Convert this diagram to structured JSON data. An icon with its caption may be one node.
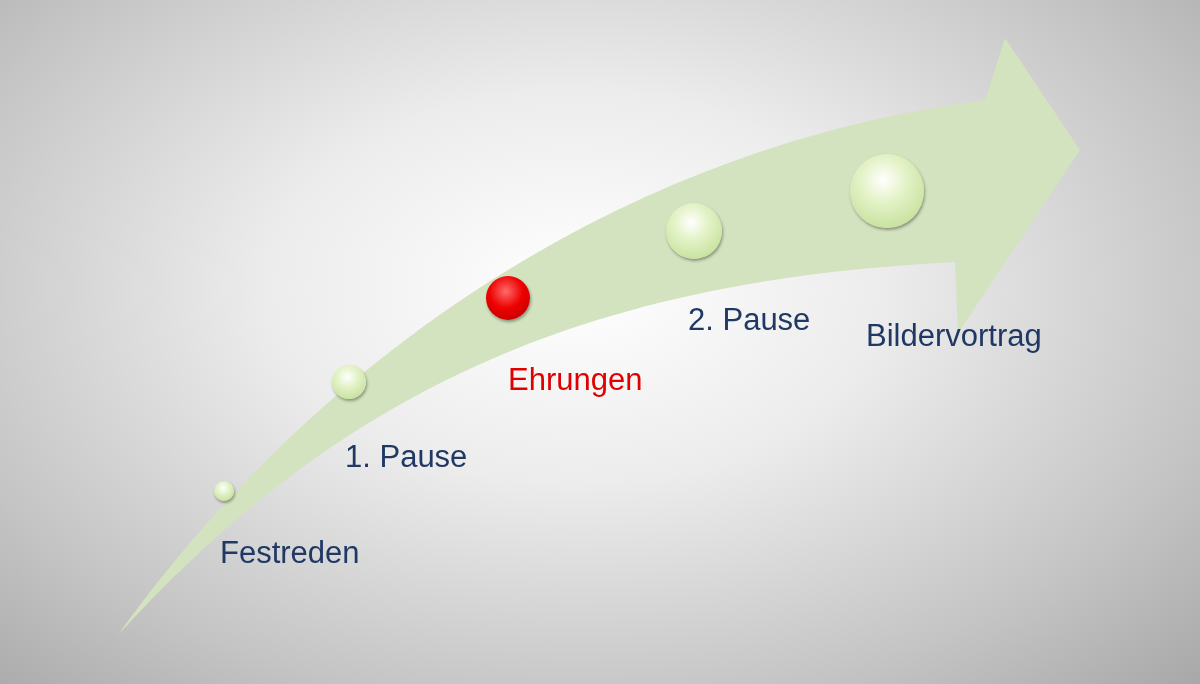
{
  "diagram": {
    "nodes": [
      {
        "text": [],
        "shape": "circle",
        "beside": [
          "Festreden"
        ]
      },
      {
        "text": [],
        "shape": "circle",
        "beside": [
          "1. Pause"
        ]
      },
      {
        "text": [],
        "shape": "circle",
        "beside": [
          "Ehrungen"
        ]
      },
      {
        "text": [],
        "shape": "circle",
        "beside": [
          "2. Pause"
        ]
      },
      {
        "text": [],
        "shape": "circle",
        "beside": [
          "Bildervortrag"
        ]
      }
    ]
  }
}
